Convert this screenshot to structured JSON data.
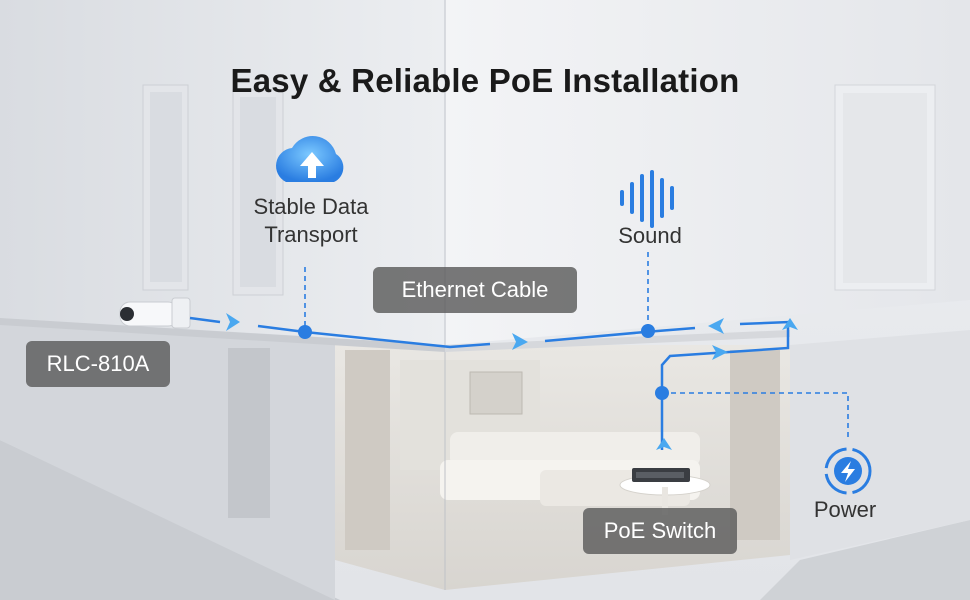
{
  "title": "Easy & Reliable PoE Installation",
  "labels": {
    "stable_data": "Stable Data Transport",
    "sound": "Sound",
    "power": "Power",
    "ethernet": "Ethernet Cable",
    "camera_model": "RLC-810A",
    "switch": "PoE Switch"
  },
  "icons": {
    "cloud": "cloud-upload-icon",
    "sound": "sound-wave-icon",
    "power": "power-bolt-icon"
  },
  "colors": {
    "accent": "#2a7de1",
    "accent_light": "#4aa8f0",
    "pill_bg": "#5c5c5c",
    "title": "#1a1a1a"
  }
}
